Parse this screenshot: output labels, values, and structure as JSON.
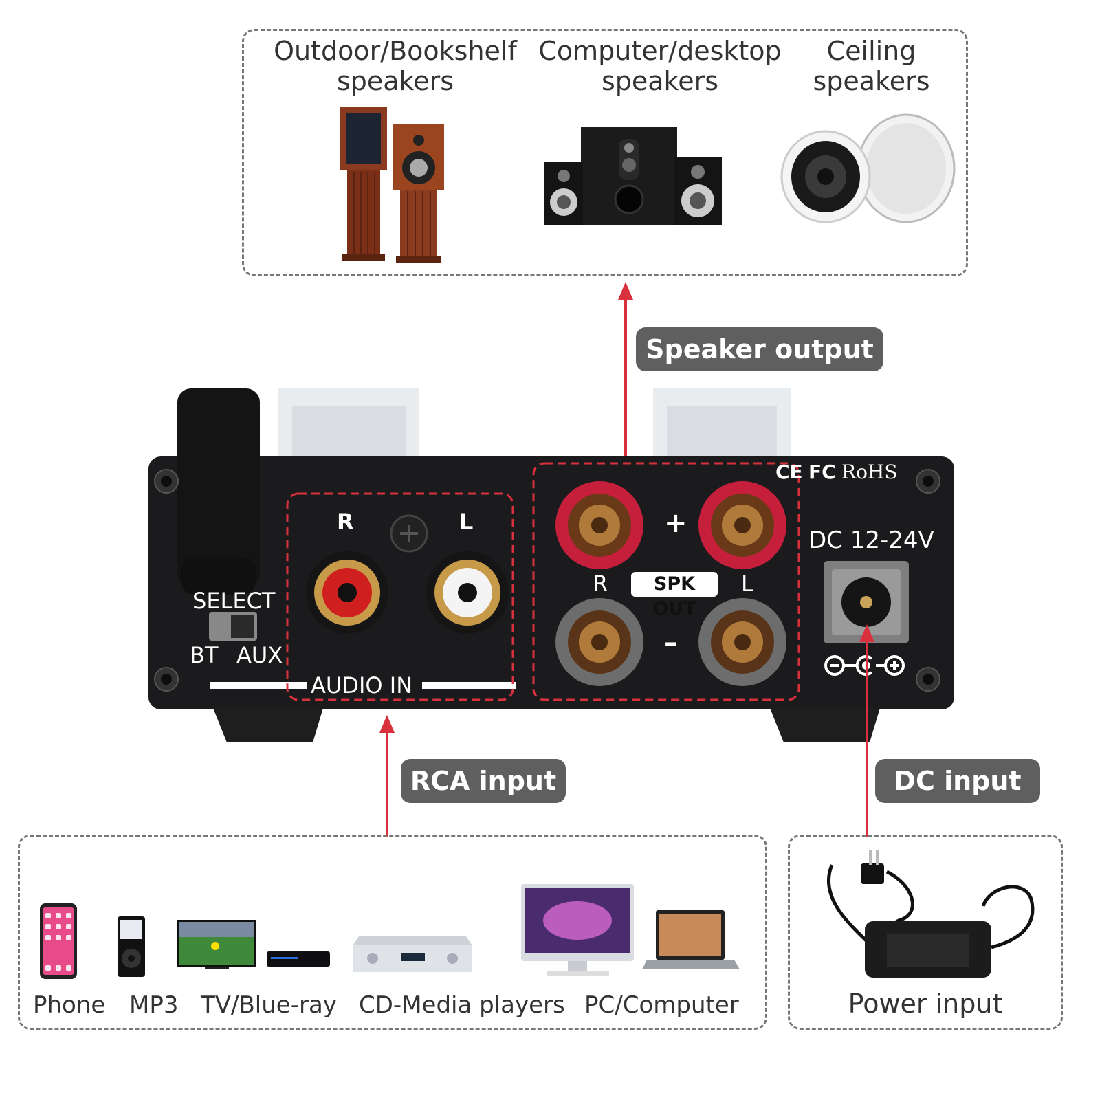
{
  "top_box": {
    "categories": [
      {
        "label_line1": "Outdoor/Bookshelf",
        "label_line2": "speakers",
        "icon": "bookshelf-speakers-icon"
      },
      {
        "label_line1": "Computer/desktop",
        "label_line2": "speakers",
        "icon": "desktop-speakers-icon"
      },
      {
        "label_line1": "Ceiling",
        "label_line2": "speakers",
        "icon": "ceiling-speakers-icon"
      }
    ]
  },
  "callouts": {
    "speaker_output": "Speaker output",
    "rca_input": "RCA input",
    "dc_input": "DC input"
  },
  "panel": {
    "select_label": "SELECT",
    "bt_label": "BT",
    "aux_label": "AUX",
    "audio_in_label": "AUDIO IN",
    "rca_r": "R",
    "rca_l": "L",
    "spk_out_label": "SPK OUT",
    "spk_r": "R",
    "spk_l": "L",
    "plus": "+",
    "minus": "–",
    "dc_label": "DC 12-24V",
    "cert_ce": "CE",
    "cert_fc": "FC",
    "cert_rohs": "RoHS"
  },
  "bottom_box": {
    "sources": [
      {
        "label": "Phone",
        "icon": "phone-icon"
      },
      {
        "label": "MP3",
        "icon": "mp3-player-icon"
      },
      {
        "label": "TV/Blue-ray",
        "icon": "tv-bluray-icon"
      },
      {
        "label": "CD-Media players",
        "icon": "cd-player-icon"
      },
      {
        "label": "PC/Computer",
        "icon": "pc-computer-icon"
      }
    ]
  },
  "power_box": {
    "label": "Power input",
    "icon": "power-adapter-icon"
  },
  "colors": {
    "accent_red": "#d9303d",
    "pill_gray": "#5f5f5f",
    "panel_black": "#1b1b1d"
  }
}
